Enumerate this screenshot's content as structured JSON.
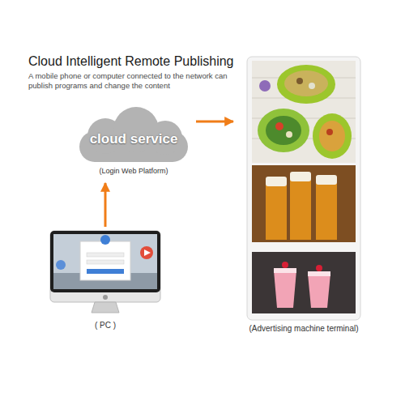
{
  "diagram": {
    "title": "Cloud Intelligent Remote Publishing",
    "nodes": [
      {
        "text": [
          "cloud service",
          "(Login Web Platform)"
        ]
      },
      {
        "text": [
          "( PC )"
        ]
      },
      {
        "text": [
          "(Advertising machine terminal)"
        ]
      }
    ],
    "edges": [
      {
        "from": 1,
        "to": 0,
        "arrow": "to"
      },
      {
        "from": 0,
        "to": 2,
        "arrow": "to"
      }
    ],
    "labels": [
      "A mobile phone or computer connected to the network can publish programs and change the content"
    ]
  }
}
